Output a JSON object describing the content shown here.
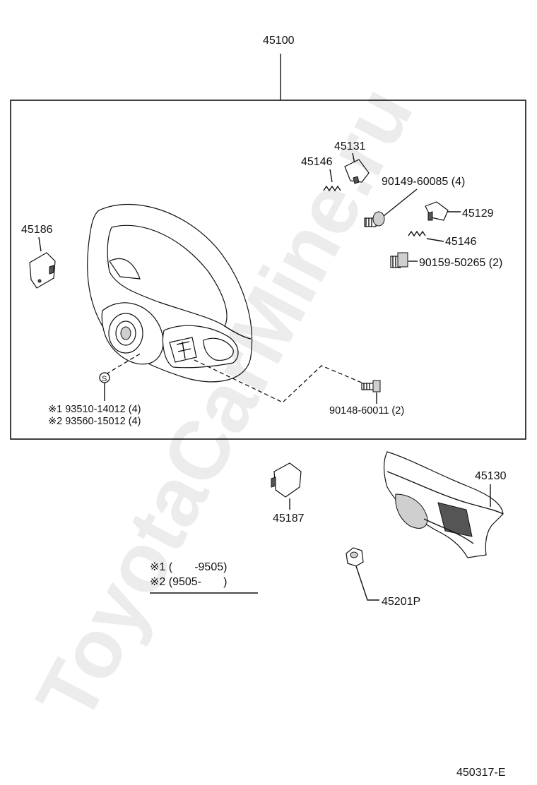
{
  "watermark": "ToyotaCarMine.ru",
  "assembly_number": "45100",
  "parts": {
    "p45131": "45131",
    "p45146a": "45146",
    "p90149": "90149-60085 (4)",
    "p45129": "45129",
    "p45146b": "45146",
    "p90159": "90159-50265 (2)",
    "p45186": "45186",
    "p90148": "90148-60011 (2)",
    "s_mark": "S",
    "screw1": "※1 93510-14012 (4)",
    "screw2": "※2 93560-15012 (4)",
    "p45187": "45187",
    "p45130": "45130",
    "p45201P": "45201P"
  },
  "legend": {
    "line1": "※1 (       -9505)",
    "line2": "※2 (9505-       )"
  },
  "figure_id": "450317-E"
}
